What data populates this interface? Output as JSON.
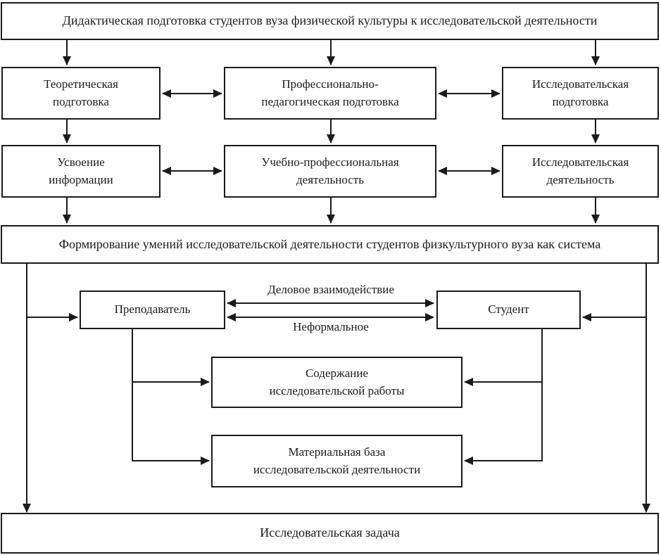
{
  "colors": {
    "line": "#1b1b1b",
    "box_border": "#1b1b1b",
    "text": "#1b1b1b",
    "background": "#ffffff"
  },
  "top_banner": {
    "text": "Дидактическая подготовка студентов вуза физической культуры к исследовательской деятельности"
  },
  "preparation_row": {
    "left": "Теоретическая\nподготовка",
    "center": "Профессионально-\nпедагогическая подготовка",
    "right": "Исследовательская\nподготовка"
  },
  "activity_row": {
    "left": "Усвоение\nинформации",
    "center": "Учебно-профессиональная\nдеятельность",
    "right": "Исследовательская\nдеятельность"
  },
  "system_banner": {
    "text": "Формирование умений исследовательской деятельности студентов физкультурного вуза как система"
  },
  "interaction": {
    "teacher": "Преподаватель",
    "student": "Студент",
    "arrow_label_top": "Деловое взаимодействие",
    "arrow_label_bottom": "Неформальное"
  },
  "resources": {
    "content": "Содержание\nисследовательской работы",
    "material_base": "Материальная база\nисследовательской деятельности"
  },
  "bottom_banner": {
    "text": "Исследовательская задача"
  }
}
